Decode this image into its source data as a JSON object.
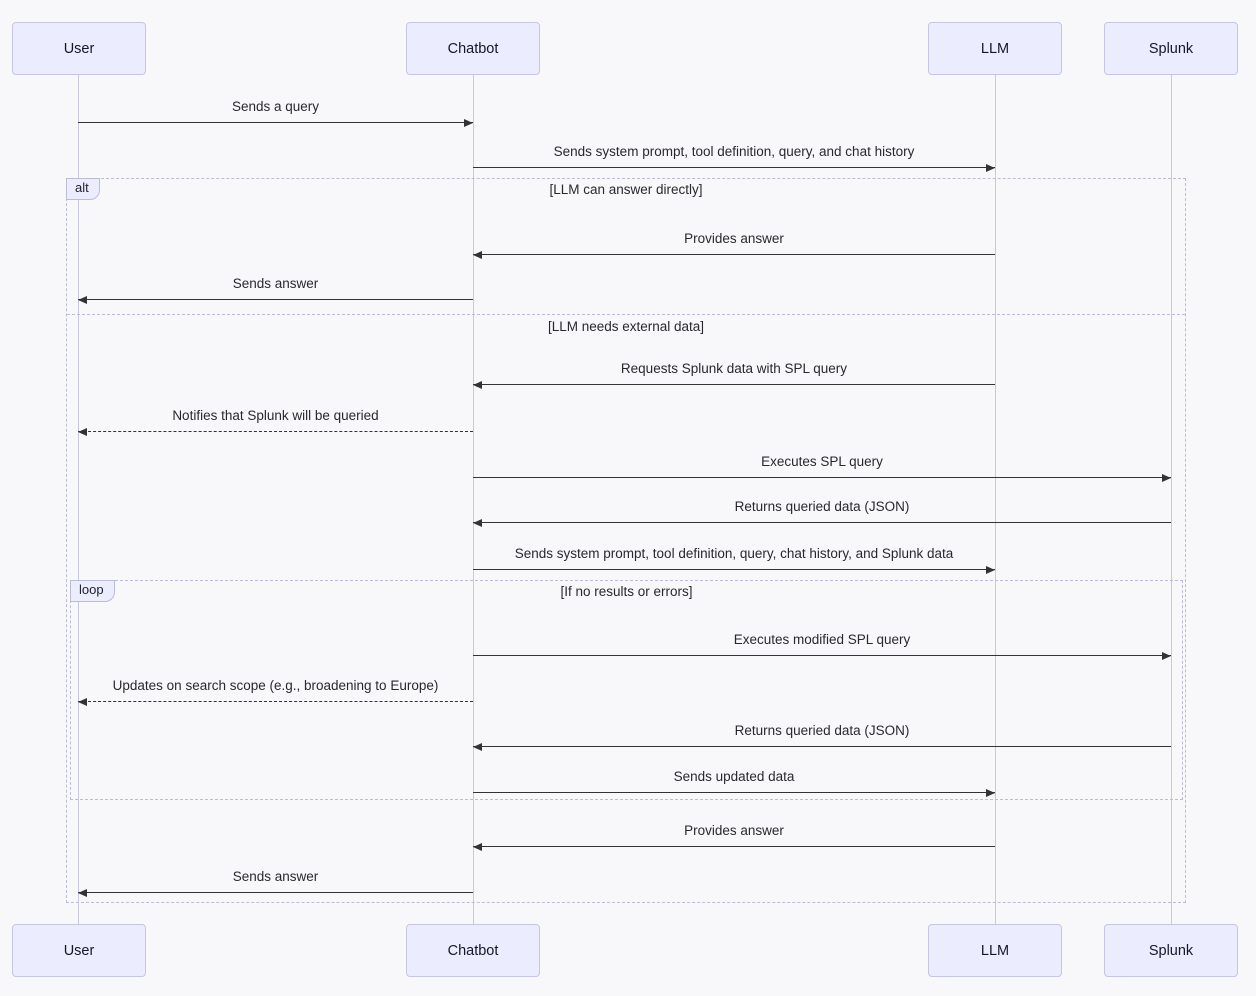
{
  "diagram_type": "sequence",
  "colors": {
    "background": "#f8f8fb",
    "actor_bg": "#ececff",
    "actor_border": "#c5c5e8",
    "lifeline": "#c9c9dd",
    "arrow": "#333333",
    "frame_border": "#bcbcd4",
    "frame_label_bg": "#ececff",
    "text": "#28282e"
  },
  "actors": [
    {
      "name": "User"
    },
    {
      "name": "Chatbot"
    },
    {
      "name": "LLM"
    },
    {
      "name": "Splunk"
    }
  ],
  "frames": {
    "alt": {
      "label": "alt",
      "condition_1": "[LLM can answer directly]",
      "condition_2": "[LLM needs external data]"
    },
    "loop": {
      "label": "loop",
      "condition": "[If no results or errors]"
    }
  },
  "messages": [
    {
      "from": "User",
      "to": "Chatbot",
      "line": "solid",
      "text": "Sends a query"
    },
    {
      "from": "Chatbot",
      "to": "LLM",
      "line": "solid",
      "text": "Sends system prompt, tool definition, query, and chat history"
    },
    {
      "from": "LLM",
      "to": "Chatbot",
      "line": "solid",
      "text": "Provides answer"
    },
    {
      "from": "Chatbot",
      "to": "User",
      "line": "solid",
      "text": "Sends answer"
    },
    {
      "from": "LLM",
      "to": "Chatbot",
      "line": "solid",
      "text": "Requests Splunk data with SPL query"
    },
    {
      "from": "Chatbot",
      "to": "User",
      "line": "dashed",
      "text": "Notifies that Splunk will be queried"
    },
    {
      "from": "Chatbot",
      "to": "Splunk",
      "line": "solid",
      "text": "Executes SPL query"
    },
    {
      "from": "Splunk",
      "to": "Chatbot",
      "line": "solid",
      "text": "Returns queried data (JSON)"
    },
    {
      "from": "Chatbot",
      "to": "LLM",
      "line": "solid",
      "text": "Sends system prompt, tool definition, query, chat history, and Splunk data"
    },
    {
      "from": "Chatbot",
      "to": "Splunk",
      "line": "solid",
      "text": "Executes modified SPL query"
    },
    {
      "from": "Chatbot",
      "to": "User",
      "line": "dashed",
      "text": "Updates on search scope (e.g., broadening to Europe)"
    },
    {
      "from": "Splunk",
      "to": "Chatbot",
      "line": "solid",
      "text": "Returns queried data (JSON)"
    },
    {
      "from": "Chatbot",
      "to": "LLM",
      "line": "solid",
      "text": "Sends updated data"
    },
    {
      "from": "LLM",
      "to": "Chatbot",
      "line": "solid",
      "text": "Provides answer"
    },
    {
      "from": "Chatbot",
      "to": "User",
      "line": "solid",
      "text": "Sends answer"
    }
  ]
}
